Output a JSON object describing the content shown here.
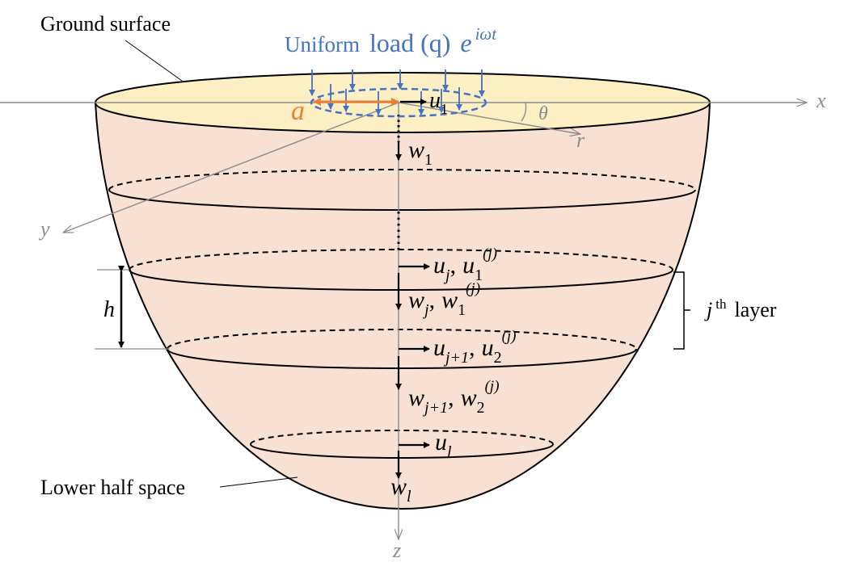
{
  "labels": {
    "ground_surface": "Ground surface",
    "lower_half_space": "Lower half space",
    "load_prefix": "Uniform",
    "load_middle": "load (q)",
    "load_e": "e",
    "load_exp": "iωt",
    "radius": "a",
    "theta": "θ",
    "r": "r",
    "x": "x",
    "y": "y",
    "z": "z",
    "h": "h",
    "layer_sup": "th",
    "layer_j": "j",
    "layer_word": "layer"
  },
  "sym": {
    "u": "u",
    "w": "w",
    "j": "j",
    "l": "l",
    "jp1": "j+1",
    "one": "1",
    "two": "2",
    "comma": ",",
    "jsup": "(j)"
  },
  "colors": {
    "load": "#4472c4",
    "radius": "#ed7d31",
    "body_fill": "#f8e0d2",
    "top_fill": "#fcefc4",
    "axis": "#8c8c8c"
  }
}
